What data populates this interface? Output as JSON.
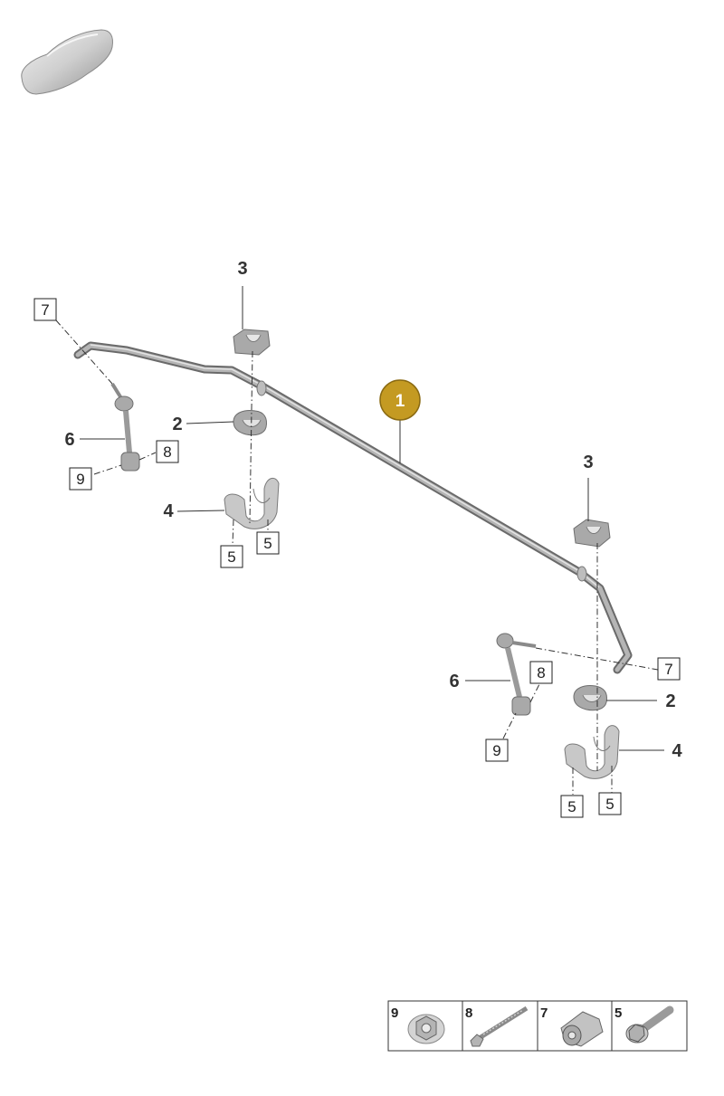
{
  "colors": {
    "badge_fill": "#c49a22",
    "badge_stroke": "#8a6a12",
    "part_gray": "#a9a9a9",
    "bar_gray": "#8e8e8e",
    "line": "#333333"
  },
  "vehicle_icon": "car-silhouette-icon",
  "main_part": {
    "number": "1"
  },
  "callouts": {
    "left": {
      "bracket": "3",
      "bushing": "2",
      "clamp": "4",
      "link": "6",
      "boxed_upper_bolt": "7",
      "boxed_link_bolt": "8",
      "boxed_nut": "9",
      "boxed_clamp_bolt_a": "5",
      "boxed_clamp_bolt_b": "5"
    },
    "right": {
      "bracket": "3",
      "bushing": "2",
      "clamp": "4",
      "link": "6",
      "boxed_upper_bolt": "7",
      "boxed_link_bolt": "8",
      "boxed_nut": "9",
      "boxed_clamp_bolt_a": "5",
      "boxed_clamp_bolt_b": "5"
    }
  },
  "legend": [
    {
      "number": "9",
      "icon": "hex-nut-icon"
    },
    {
      "number": "8",
      "icon": "long-bolt-icon"
    },
    {
      "number": "7",
      "icon": "sleeve-nut-icon"
    },
    {
      "number": "5",
      "icon": "flange-bolt-icon"
    }
  ]
}
